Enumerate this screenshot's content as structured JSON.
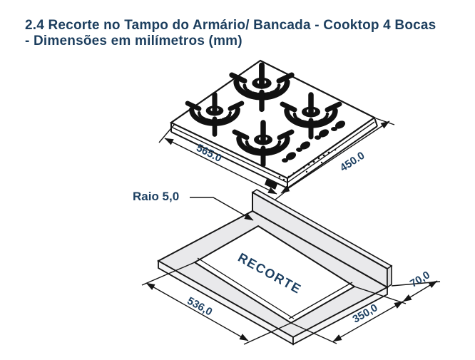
{
  "title": {
    "line1": "2.4 Recorte no Tampo do Armário/ Bancada - Cooktop 4 Bocas",
    "line2": "- Dimensões em milímetros (mm)"
  },
  "cooktop_drawing": {
    "width_label": "565.0",
    "depth_label": "450.0"
  },
  "cutout_drawing": {
    "radius_label": "Raio 5,0",
    "area_label": "RECORTE",
    "width_label": "536,0",
    "depth_label": "350,0",
    "offset_label": "70,0"
  },
  "colors": {
    "text_accent": "#1c3e5e",
    "line": "#161616",
    "surface": "#e9e9eb"
  }
}
